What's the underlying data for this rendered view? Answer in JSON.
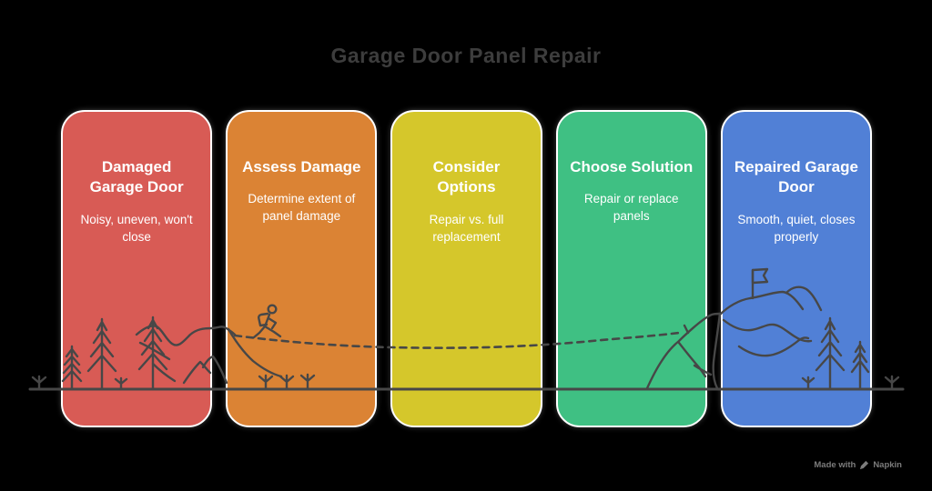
{
  "title": "Garage Door Panel Repair",
  "panels": [
    {
      "heading": "Damaged\nGarage Door",
      "body": "Noisy, uneven, won't\nclose",
      "color": "#D85B55"
    },
    {
      "heading": "Assess Damage",
      "body": "Determine extent of\npanel damage",
      "color": "#DB8334"
    },
    {
      "heading": "Consider\nOptions",
      "body": "Repair vs. full\nreplacement",
      "color": "#D5C72B"
    },
    {
      "heading": "Choose Solution",
      "body": "Repair or replace\npanels",
      "color": "#3FC083"
    },
    {
      "heading": "Repaired Garage\nDoor",
      "body": "Smooth, quiet, closes\nproperly",
      "color": "#5180D6"
    }
  ],
  "watermark": {
    "prefix": "Made with",
    "brand": "Napkin"
  },
  "colors": {
    "background": "#000000",
    "title_text": "#3d3d3d",
    "panel_text": "#ffffff",
    "illustration_ink": "#474747",
    "watermark_text": "#7c7c7c"
  }
}
